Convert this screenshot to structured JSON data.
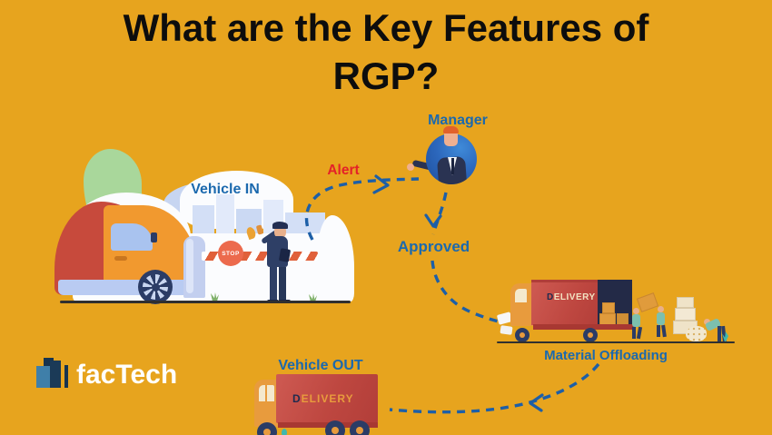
{
  "title": {
    "line1": "What are the Key Features of",
    "line2": "RGP?"
  },
  "flow_labels": {
    "vehicle_in": "Vehicle IN",
    "alert": "Alert",
    "manager": "Manager",
    "approved": "Approved",
    "material_offloading": "Material Offloading",
    "vehicle_out": "Vehicle OUT"
  },
  "illustrations": {
    "stop_sign": "STOP",
    "delivery_d": "D",
    "delivery_rest": "ELIVERY"
  },
  "logo": {
    "name": "facTech"
  },
  "colors": {
    "background": "#E7A41E",
    "title": "#0D0D0D",
    "label_blue": "#1B69AE",
    "alert_red": "#E42128",
    "arrow_blue": "#1D5FA7",
    "truck_red": "#BE4740",
    "truck_orange": "#E89B3D",
    "guard_navy": "#2E3F66",
    "logo_text": "#FFFFFF"
  }
}
